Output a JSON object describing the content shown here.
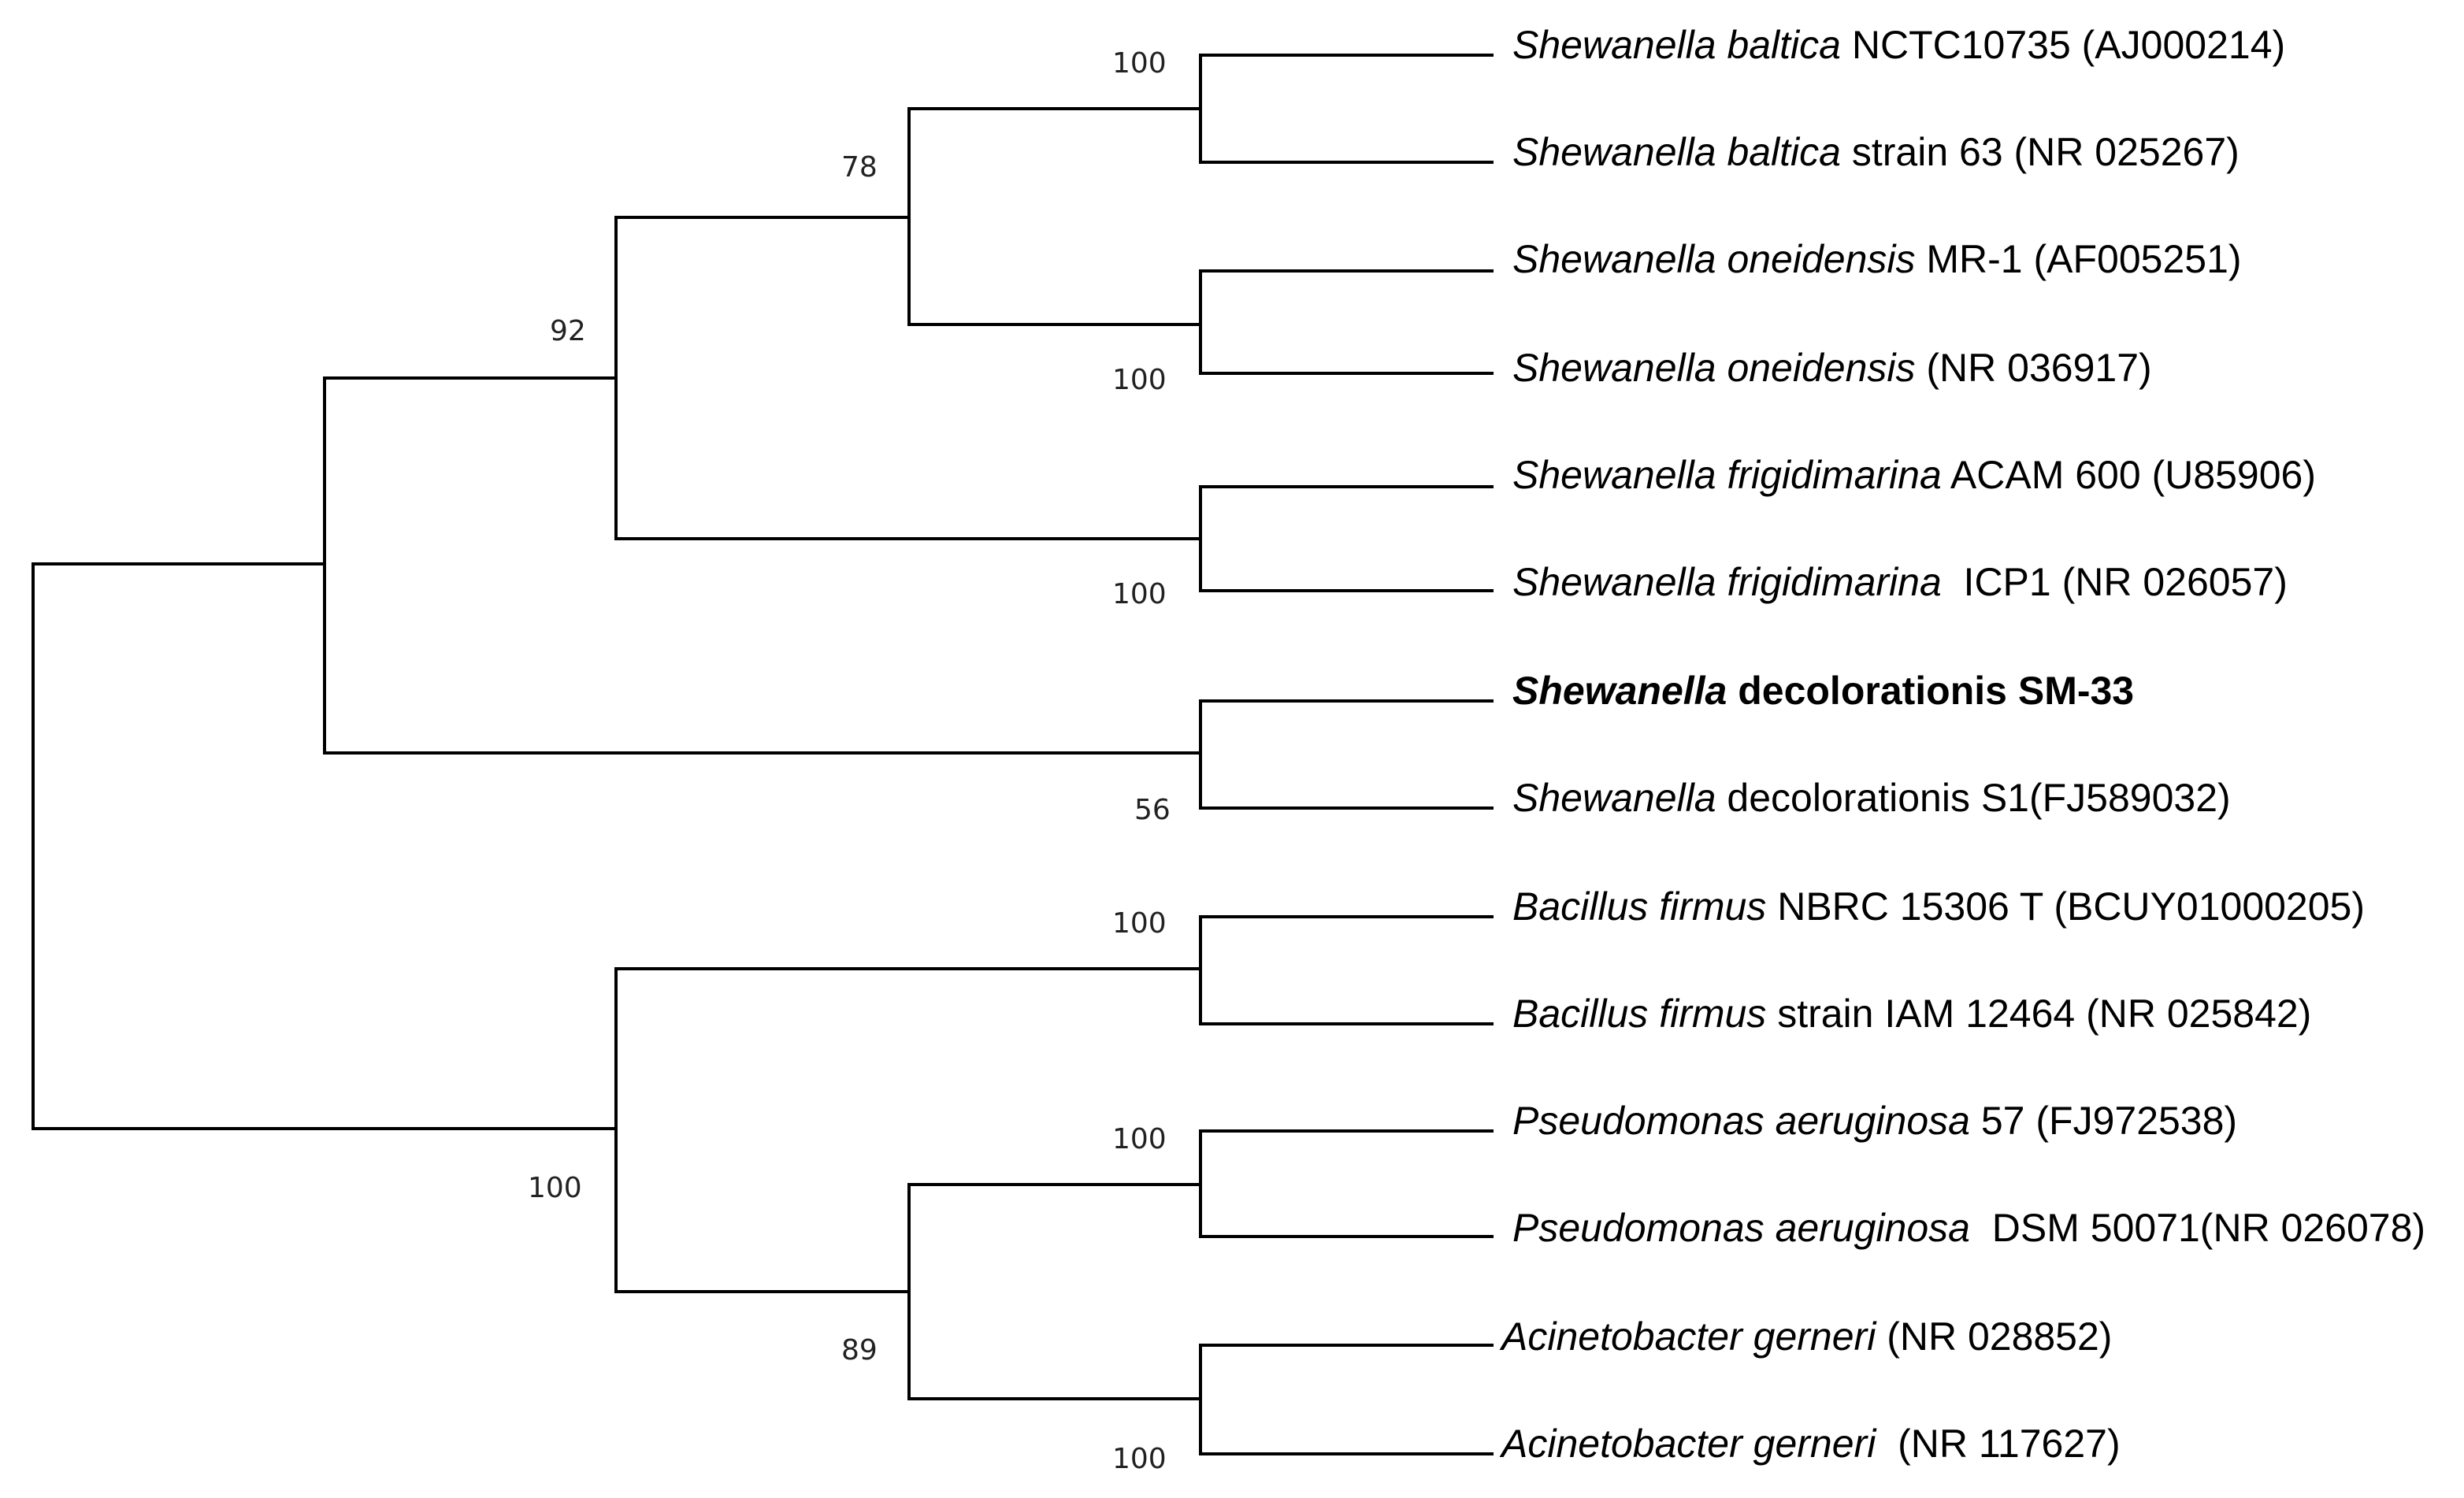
{
  "tree": {
    "taxa": [
      {
        "id": "t1",
        "genus": "Shewanella",
        "species": "baltica",
        "detail": " NCTC10735 (AJ000214)"
      },
      {
        "id": "t2",
        "genus": "Shewanella",
        "species": "baltica",
        "detail": " strain 63 (NR 025267)"
      },
      {
        "id": "t3",
        "genus": "Shewanella",
        "species": "oneidensis",
        "detail": " MR-1 (AF005251)"
      },
      {
        "id": "t4",
        "genus": "Shewanella",
        "species": "oneidensis",
        "detail": " (NR 036917)"
      },
      {
        "id": "t5",
        "genus": "Shewanella",
        "species": "frigidimarina",
        "detail": " ACAM 600 (U85906)"
      },
      {
        "id": "t6",
        "genus": "Shewanella",
        "species": "frigidimarina",
        "detail": "  ICP1 (NR 026057)"
      },
      {
        "id": "t7",
        "genus": "Shewanella",
        "species": "",
        "detail": " decolorationis SM-33",
        "bold": true
      },
      {
        "id": "t8",
        "genus": "Shewanella",
        "species": "",
        "detail": " decolorationis S1(FJ589032)"
      },
      {
        "id": "t9",
        "genus": "Bacillus",
        "species": "firmus",
        "detail": " NBRC 15306 T (BCUY01000205)"
      },
      {
        "id": "t10",
        "genus": "Bacillus",
        "species": "firmus",
        "detail": " strain IAM 12464 (NR 025842)"
      },
      {
        "id": "t11",
        "genus": "Pseudomonas",
        "species": "aeruginosa",
        "detail": " 57 (FJ972538)"
      },
      {
        "id": "t12",
        "genus": "Pseudomonas",
        "species": "aeruginosa",
        "detail": "  DSM 50071(NR 026078)"
      },
      {
        "id": "t13",
        "genus": "Acinetobacter",
        "species": "gerneri",
        "detail": " (NR 028852)"
      },
      {
        "id": "t14",
        "genus": "Acinetobacter",
        "species": "gerneri",
        "detail": "  (NR 117627)"
      }
    ],
    "bootstrap": {
      "baltica_pair": "100",
      "baltica_oneidensis": "78",
      "oneidensis_pair": "100",
      "shewanella_core": "92",
      "frigidimarina_pair": "100",
      "decolorationis_pair": "56",
      "bacillus_pair": "100",
      "outgroup_clade": "100",
      "pseudomonas_pair": "100",
      "pseudo_acineto": "89",
      "acinetobacter_pair": "100"
    }
  }
}
